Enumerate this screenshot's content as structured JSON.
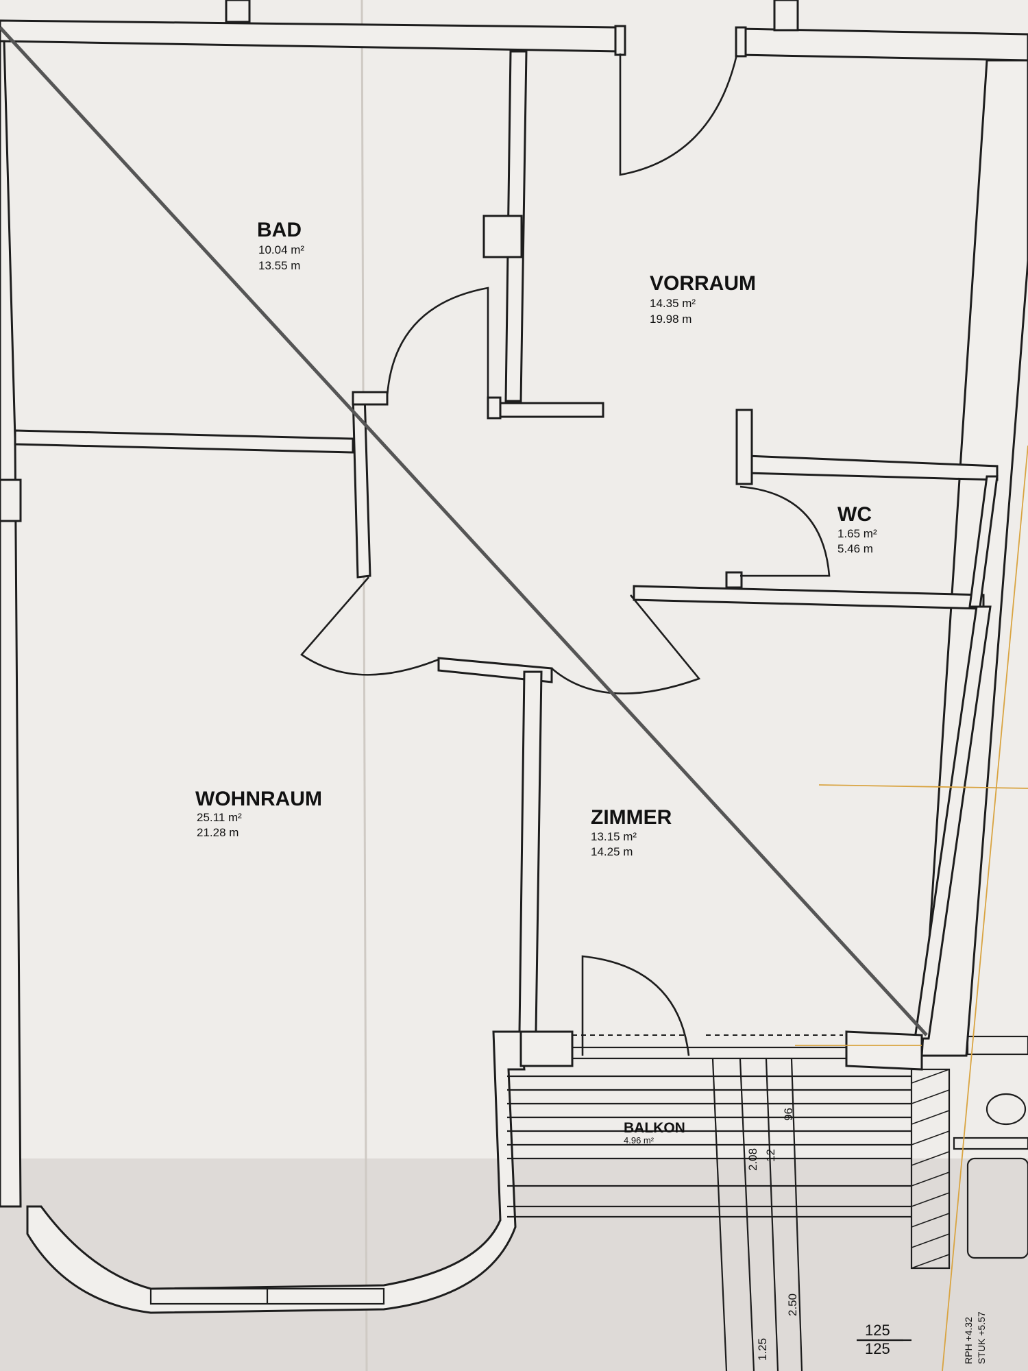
{
  "rooms": {
    "bad": {
      "name": "BAD",
      "area": "10.04 m²",
      "perimeter": "13.55 m"
    },
    "vorraum": {
      "name": "VORRAUM",
      "area": "14.35 m²",
      "perimeter": "19.98 m"
    },
    "wc": {
      "name": "WC",
      "area": "1.65 m²",
      "perimeter": "5.46 m"
    },
    "wohnraum": {
      "name": "WOHNRAUM",
      "area": "25.11 m²",
      "perimeter": "21.28 m"
    },
    "zimmer": {
      "name": "ZIMMER",
      "area": "13.15 m²",
      "perimeter": "14.25 m"
    },
    "balkon": {
      "name": "BALKON",
      "area": "4.96 m²"
    }
  },
  "dimensions": {
    "d_96": "96",
    "d_12": "12",
    "d_208": "2.08",
    "d_250": "2.50",
    "d_125v": "1.25",
    "d_125a": "125",
    "d_125b": "125",
    "rph": "RPH +4.32",
    "stuk": "STUK +5.57"
  },
  "colors": {
    "paper": "#f1efec",
    "line": "#1d1d1d",
    "diagonal": "#555555",
    "accent_orange": "#d9a441"
  }
}
